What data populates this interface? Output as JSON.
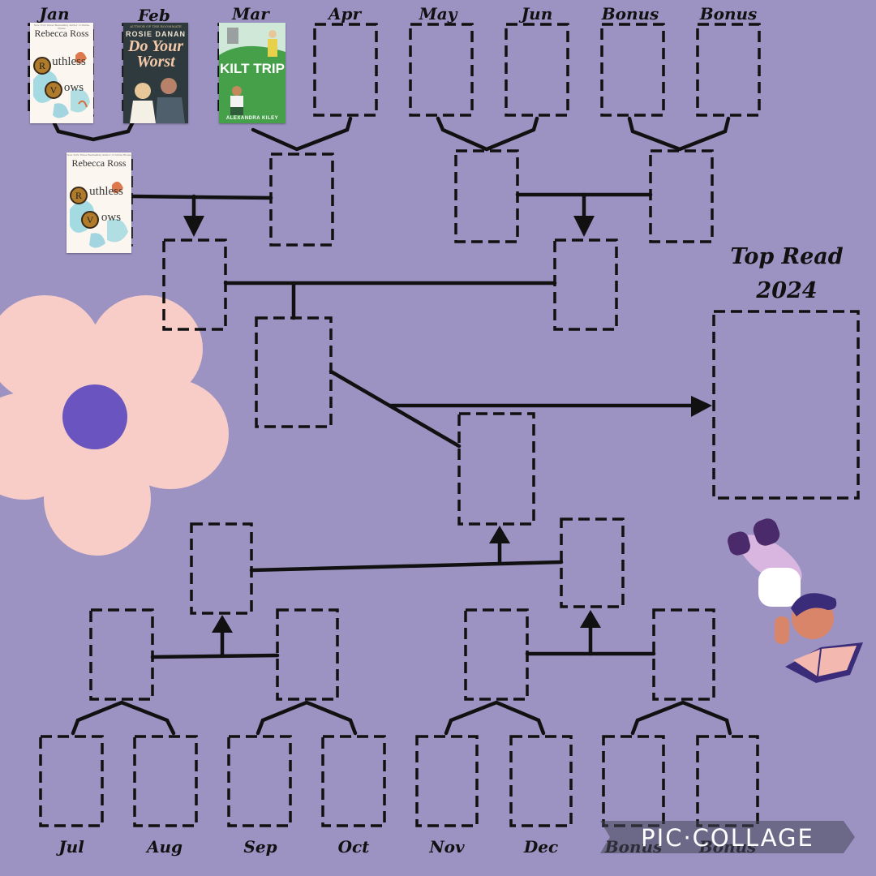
{
  "colors": {
    "background": "#9c93c2",
    "line": "#111111",
    "flower_petal": "#f8cdc8",
    "flower_center": "#6a55c0"
  },
  "month_labels_top": [
    "Jan",
    "Feb",
    "Mar",
    "Apr",
    "May",
    "Jun",
    "Bonus",
    "Bonus"
  ],
  "month_labels_bottom": [
    "Jul",
    "Aug",
    "Sep",
    "Oct",
    "Nov",
    "Dec",
    "Bonus",
    "Bonus"
  ],
  "top_read": {
    "line1": "Top Read",
    "line2": "2024"
  },
  "books": {
    "jan": {
      "blurb": "New York Times Bestselling Author of Divine Rivals",
      "author": "Rebecca Ross",
      "title_line1": "uthless",
      "title_line2": "ows",
      "ring1": "R",
      "ring2": "V"
    },
    "feb": {
      "blurb": "AUTHOR OF THE ROOMMATE",
      "author": "ROSIE DANAN",
      "title": "Do Your Worst"
    },
    "mar": {
      "title": "KILT TRIP",
      "author": "ALEXANDRA KILEY"
    },
    "winner_round1": {
      "blurb": "New York Times Bestselling Author of Divine Rivals",
      "author": "Rebecca Ross",
      "title_line1": "uthless",
      "title_line2": "ows",
      "ring1": "R",
      "ring2": "V"
    }
  },
  "decorations": [
    "flower-icon",
    "reading-child-illustration",
    "open-book-icon"
  ],
  "watermark": "PIC·COLLAGE"
}
